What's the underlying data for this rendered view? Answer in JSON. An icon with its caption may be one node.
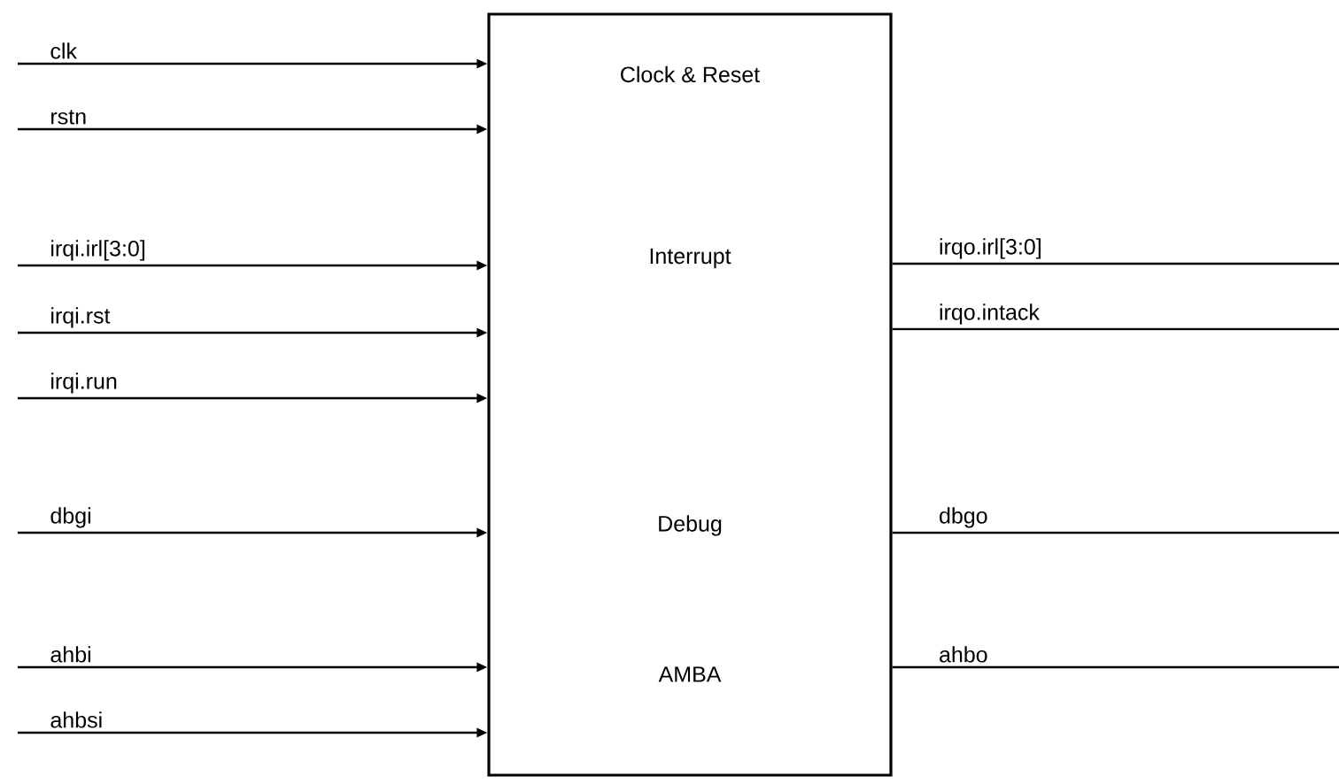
{
  "diagram": {
    "nodes": [
      {
        "text": [
          "Clock & Reset",
          "Interrupt",
          "Debug",
          "AMBA"
        ]
      },
      {
        "text": [
          "clk"
        ]
      },
      {
        "text": [
          "rstn"
        ]
      },
      {
        "text": [
          "irqi.irl[3:0]"
        ]
      },
      {
        "text": [
          "irqi.rst"
        ]
      },
      {
        "text": [
          "irqi.run"
        ]
      },
      {
        "text": [
          "dbgi"
        ]
      },
      {
        "text": [
          "ahbi"
        ]
      },
      {
        "text": [
          "ahbsi"
        ]
      }
    ],
    "edges": [
      {
        "from": 1,
        "to": 0,
        "arrow": "to"
      },
      {
        "from": 2,
        "to": 0,
        "arrow": "to"
      },
      {
        "from": 3,
        "to": 0,
        "arrow": "to"
      },
      {
        "from": 4,
        "to": 0,
        "arrow": "to"
      },
      {
        "from": 5,
        "to": 0,
        "arrow": "to"
      },
      {
        "from": 6,
        "to": 0,
        "arrow": "to"
      },
      {
        "from": 7,
        "to": 0,
        "arrow": "to"
      },
      {
        "from": 8,
        "to": 0,
        "arrow": "to"
      },
      {
        "from": 0,
        "to": null,
        "arrow": "none",
        "label": "irqo.irl[3:0]"
      },
      {
        "from": 0,
        "to": null,
        "arrow": "none",
        "label": "irqo.intack"
      },
      {
        "from": 0,
        "to": null,
        "arrow": "none",
        "label": "dbgo"
      },
      {
        "from": 0,
        "to": null,
        "arrow": "none",
        "label": "ahbo"
      }
    ]
  }
}
